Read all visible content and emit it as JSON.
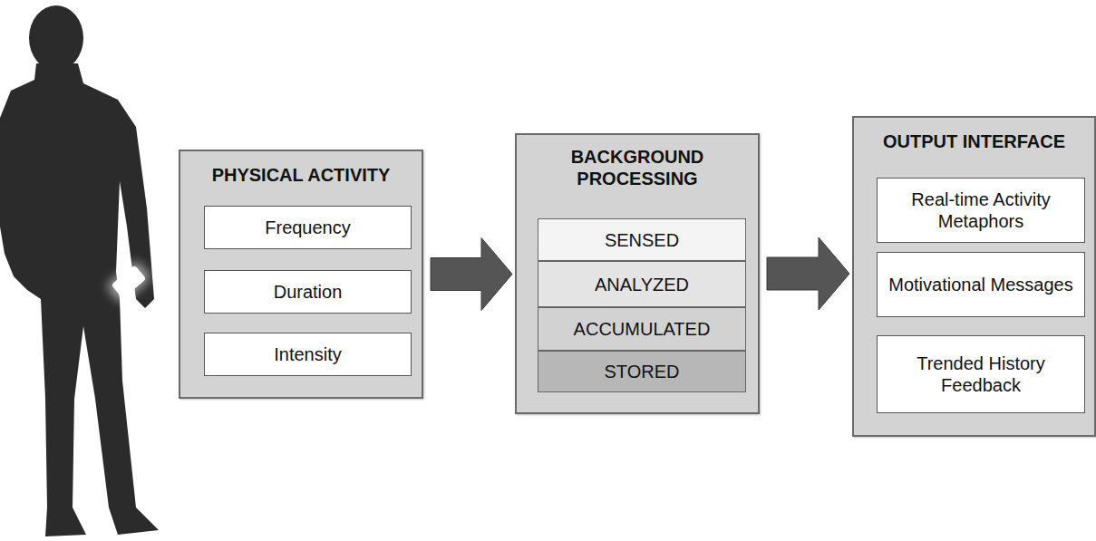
{
  "diagram": {
    "nodes": [
      {
        "text": [
          "PHYSICAL ACTIVITY"
        ]
      },
      {
        "text": [
          "Frequency"
        ],
        "in": 0
      },
      {
        "text": [
          "Duration"
        ],
        "in": 0
      },
      {
        "text": [
          "Intensity"
        ],
        "in": 0
      },
      {
        "text": [
          "BACKGROUND PROCESSING"
        ]
      },
      {
        "text": [
          "SENSED"
        ],
        "in": 4
      },
      {
        "text": [
          "ANALYZED"
        ],
        "in": 4
      },
      {
        "text": [
          "ACCUMULATED"
        ],
        "in": 4
      },
      {
        "text": [
          "STORED"
        ],
        "in": 4
      },
      {
        "text": [
          "OUTPUT INTERFACE"
        ]
      },
      {
        "text": [
          "Real-time Activity Metaphors"
        ],
        "in": 9
      },
      {
        "text": [
          "Motivational Messages"
        ],
        "in": 9
      },
      {
        "text": [
          "Trended History Feedback"
        ],
        "in": 9
      }
    ],
    "edges": [
      {
        "from": 0,
        "to": 4,
        "arrow": "to"
      },
      {
        "from": 4,
        "to": 9,
        "arrow": "to"
      }
    ]
  }
}
